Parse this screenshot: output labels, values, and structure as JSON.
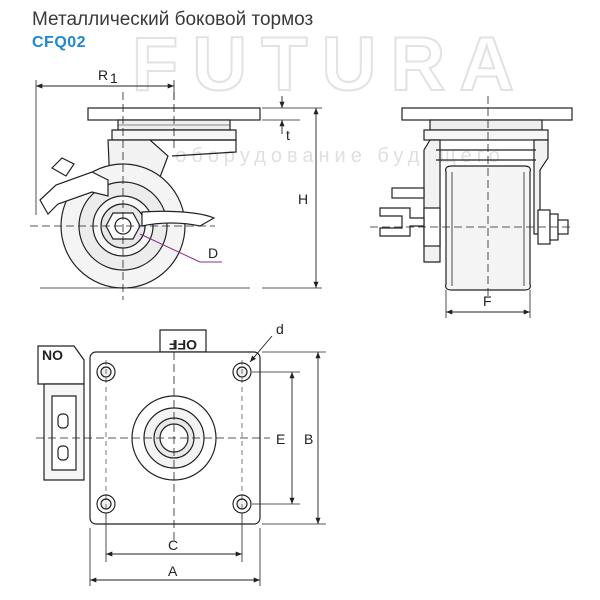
{
  "header": {
    "title": "Металлический боковой тормоз",
    "code": "CFQ02"
  },
  "watermark": {
    "brand": "FUTURA",
    "tagline": "оборудование будущего"
  },
  "labels": {
    "R1": "R",
    "R1_sub": "1",
    "t": "t",
    "H": "H",
    "D": "D",
    "F": "F",
    "d": "d",
    "E": "E",
    "B": "B",
    "C": "C",
    "A": "A",
    "on": "NO",
    "off": "OFF"
  },
  "colors": {
    "title": "#3a3a3a",
    "code": "#1e88d2",
    "accent_D": "#8a2f8a",
    "line": "#222222",
    "watermark": "#d9d9d9"
  }
}
